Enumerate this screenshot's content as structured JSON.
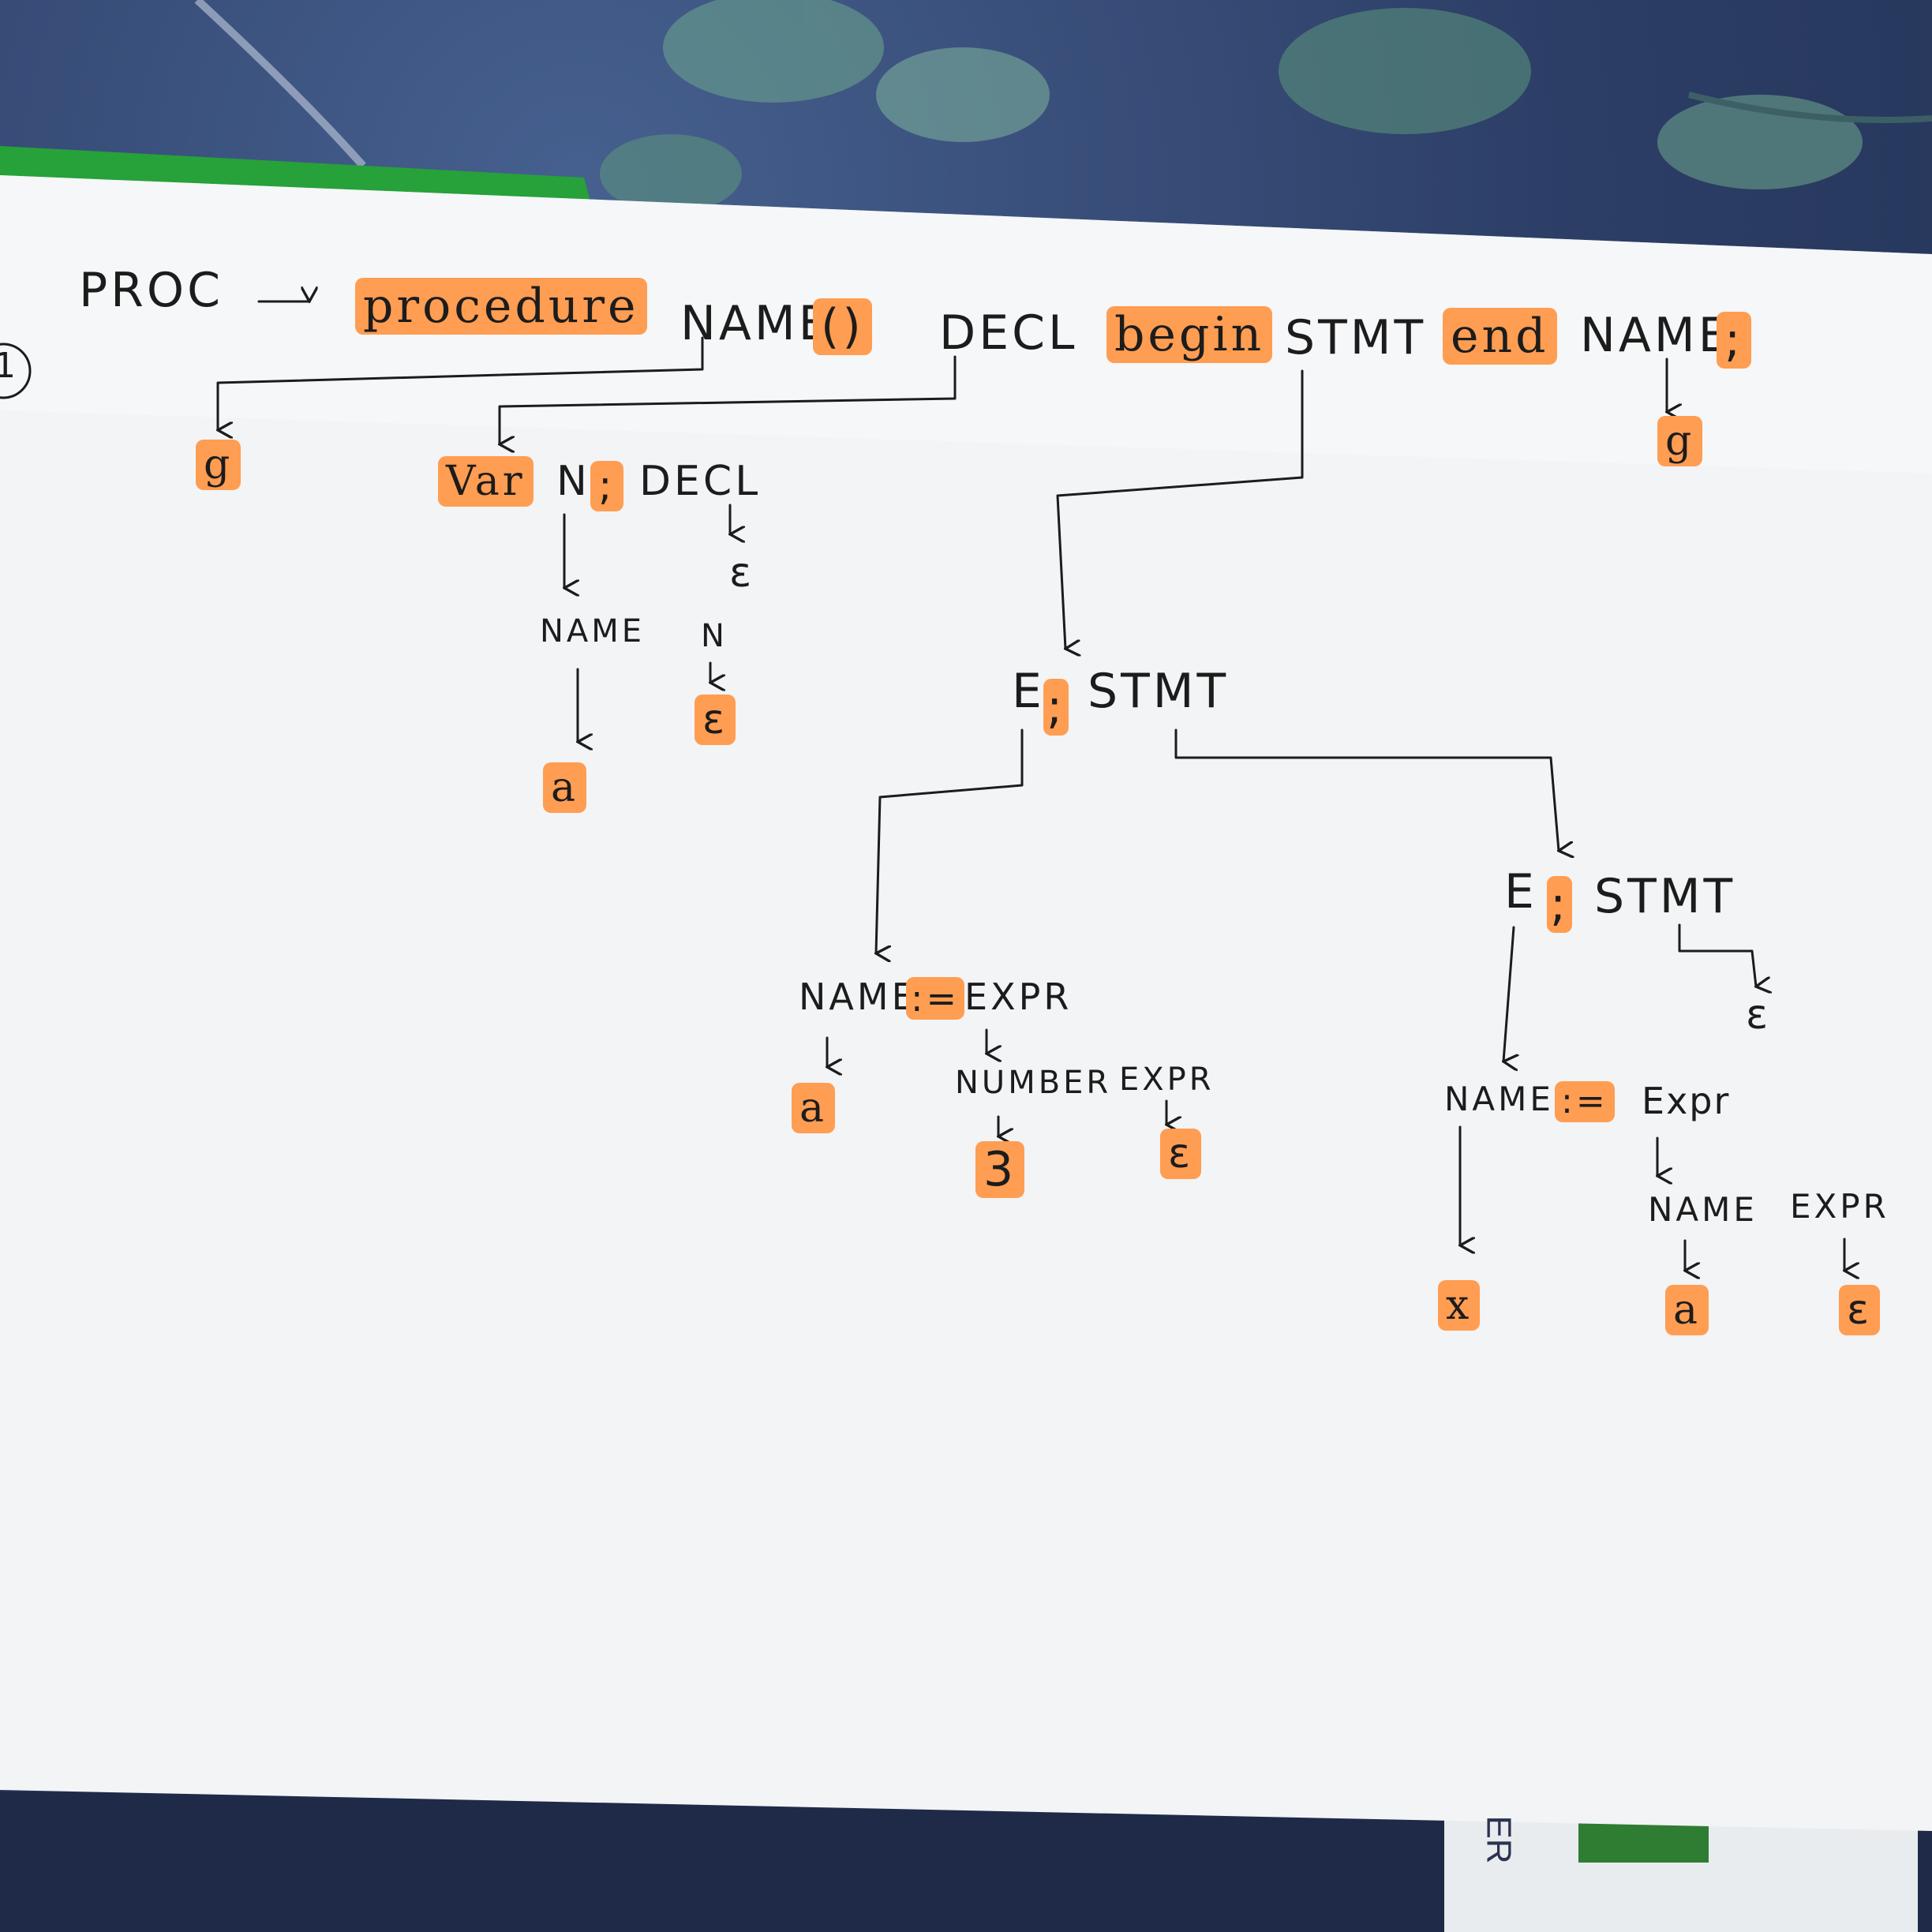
{
  "colors": {
    "paper": "#f2f4f6",
    "ink": "#1c1c1c",
    "highlighter": "#ff9d52",
    "cloth": "#2c3e66",
    "folder_green": "#27a13a"
  },
  "page_marker": "1",
  "production": {
    "lhs": "PROC",
    "arrow": "→",
    "rhs": [
      "procedure",
      "NAME",
      "()",
      "DECL",
      "begin",
      "STMT",
      "end",
      "NAME",
      ";"
    ]
  },
  "tree": {
    "name_leaf": "g",
    "end_name_leaf": "g",
    "decl": {
      "var": "Var",
      "n": "N",
      "semi": ";",
      "decl": "DECL",
      "decl_eps": "ε",
      "n_name": "NAME",
      "n_name_leaf": "a",
      "n2": "N",
      "n2_eps": "ε"
    },
    "stmt1": {
      "e": "E",
      "semi": ";",
      "stmt": "STMT"
    },
    "assign1": {
      "name": "NAME",
      "op": ":=",
      "expr": "EXPR",
      "name_leaf": "a",
      "number": "NUMBER",
      "number_leaf": "3",
      "expr2": "EXPR",
      "expr2_eps": "ε"
    },
    "stmt2": {
      "e": "E",
      "semi": ";",
      "stmt": "STMT",
      "stmt_eps": "ε"
    },
    "assign2": {
      "name": "NAME",
      "op": ":=",
      "expr": "Expr",
      "name_leaf": "x",
      "expr_name": "NAME",
      "expr_name_leaf": "a",
      "expr_expr": "EXPR",
      "expr_expr_eps": "ε"
    }
  },
  "underlying_folder_text": "ER"
}
